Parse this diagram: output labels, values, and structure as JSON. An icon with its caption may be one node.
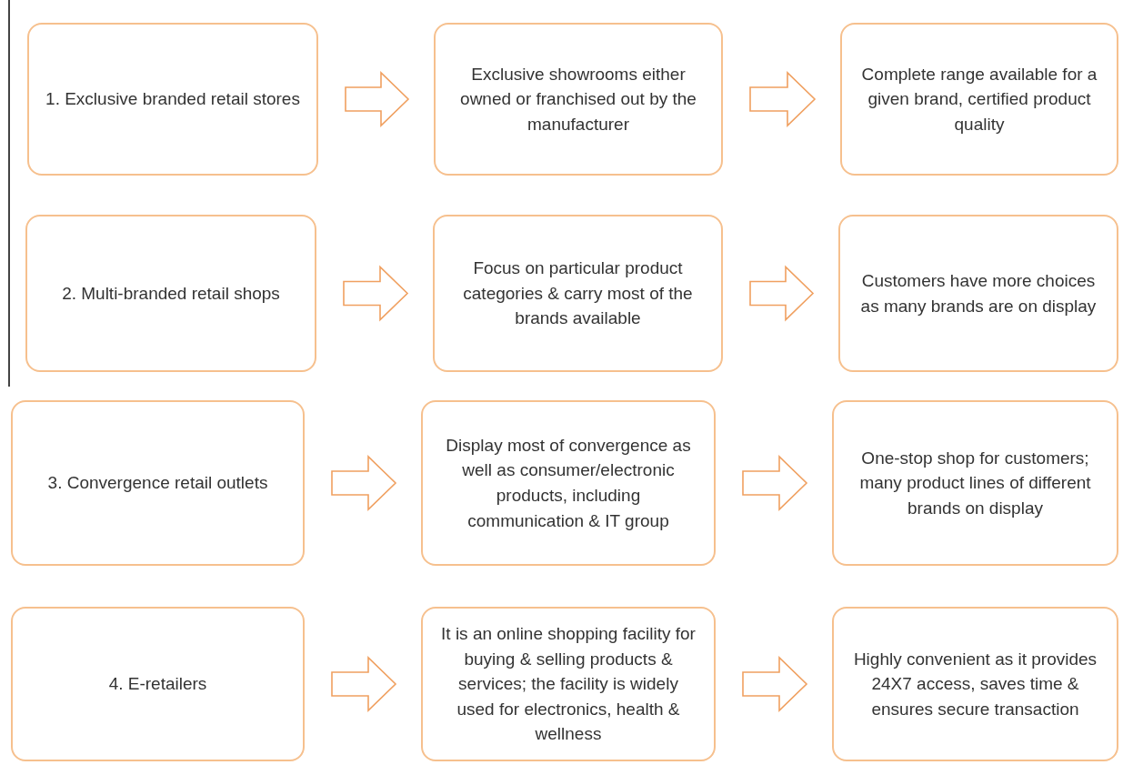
{
  "diagram": {
    "nodes": [
      {
        "text": [
          "1. Exclusive branded retail stores"
        ]
      },
      {
        "text": [
          "Exclusive showrooms either owned or franchised out by the manufacturer"
        ]
      },
      {
        "text": [
          "Complete range available for a given brand, certified product quality"
        ]
      },
      {
        "text": [
          "2. Multi-branded retail shops"
        ]
      },
      {
        "text": [
          "Focus on particular product categories & carry most of the brands available"
        ]
      },
      {
        "text": [
          "Customers have more choices as many brands are on display"
        ]
      },
      {
        "text": [
          "3. Convergence retail outlets"
        ]
      },
      {
        "text": [
          "Display most of convergence as well as consumer/electronic products, including communication & IT group"
        ]
      },
      {
        "text": [
          "One-stop shop for customers; many product lines of different brands on display"
        ]
      },
      {
        "text": [
          "4. E-retailers"
        ]
      },
      {
        "text": [
          "It is an online shopping facility for buying & selling products & services; the facility is widely used for electronics, health & wellness"
        ]
      },
      {
        "text": [
          "Highly convenient as it provides 24X7 access, saves time & ensures secure transaction"
        ]
      }
    ],
    "edges": [
      {
        "from": 0,
        "to": 1,
        "arrow": "to"
      },
      {
        "from": 1,
        "to": 2,
        "arrow": "to"
      },
      {
        "from": 3,
        "to": 4,
        "arrow": "to"
      },
      {
        "from": 4,
        "to": 5,
        "arrow": "to"
      },
      {
        "from": 6,
        "to": 7,
        "arrow": "to"
      },
      {
        "from": 7,
        "to": 8,
        "arrow": "to"
      },
      {
        "from": 9,
        "to": 10,
        "arrow": "to"
      },
      {
        "from": 10,
        "to": 11,
        "arrow": "to"
      }
    ]
  }
}
